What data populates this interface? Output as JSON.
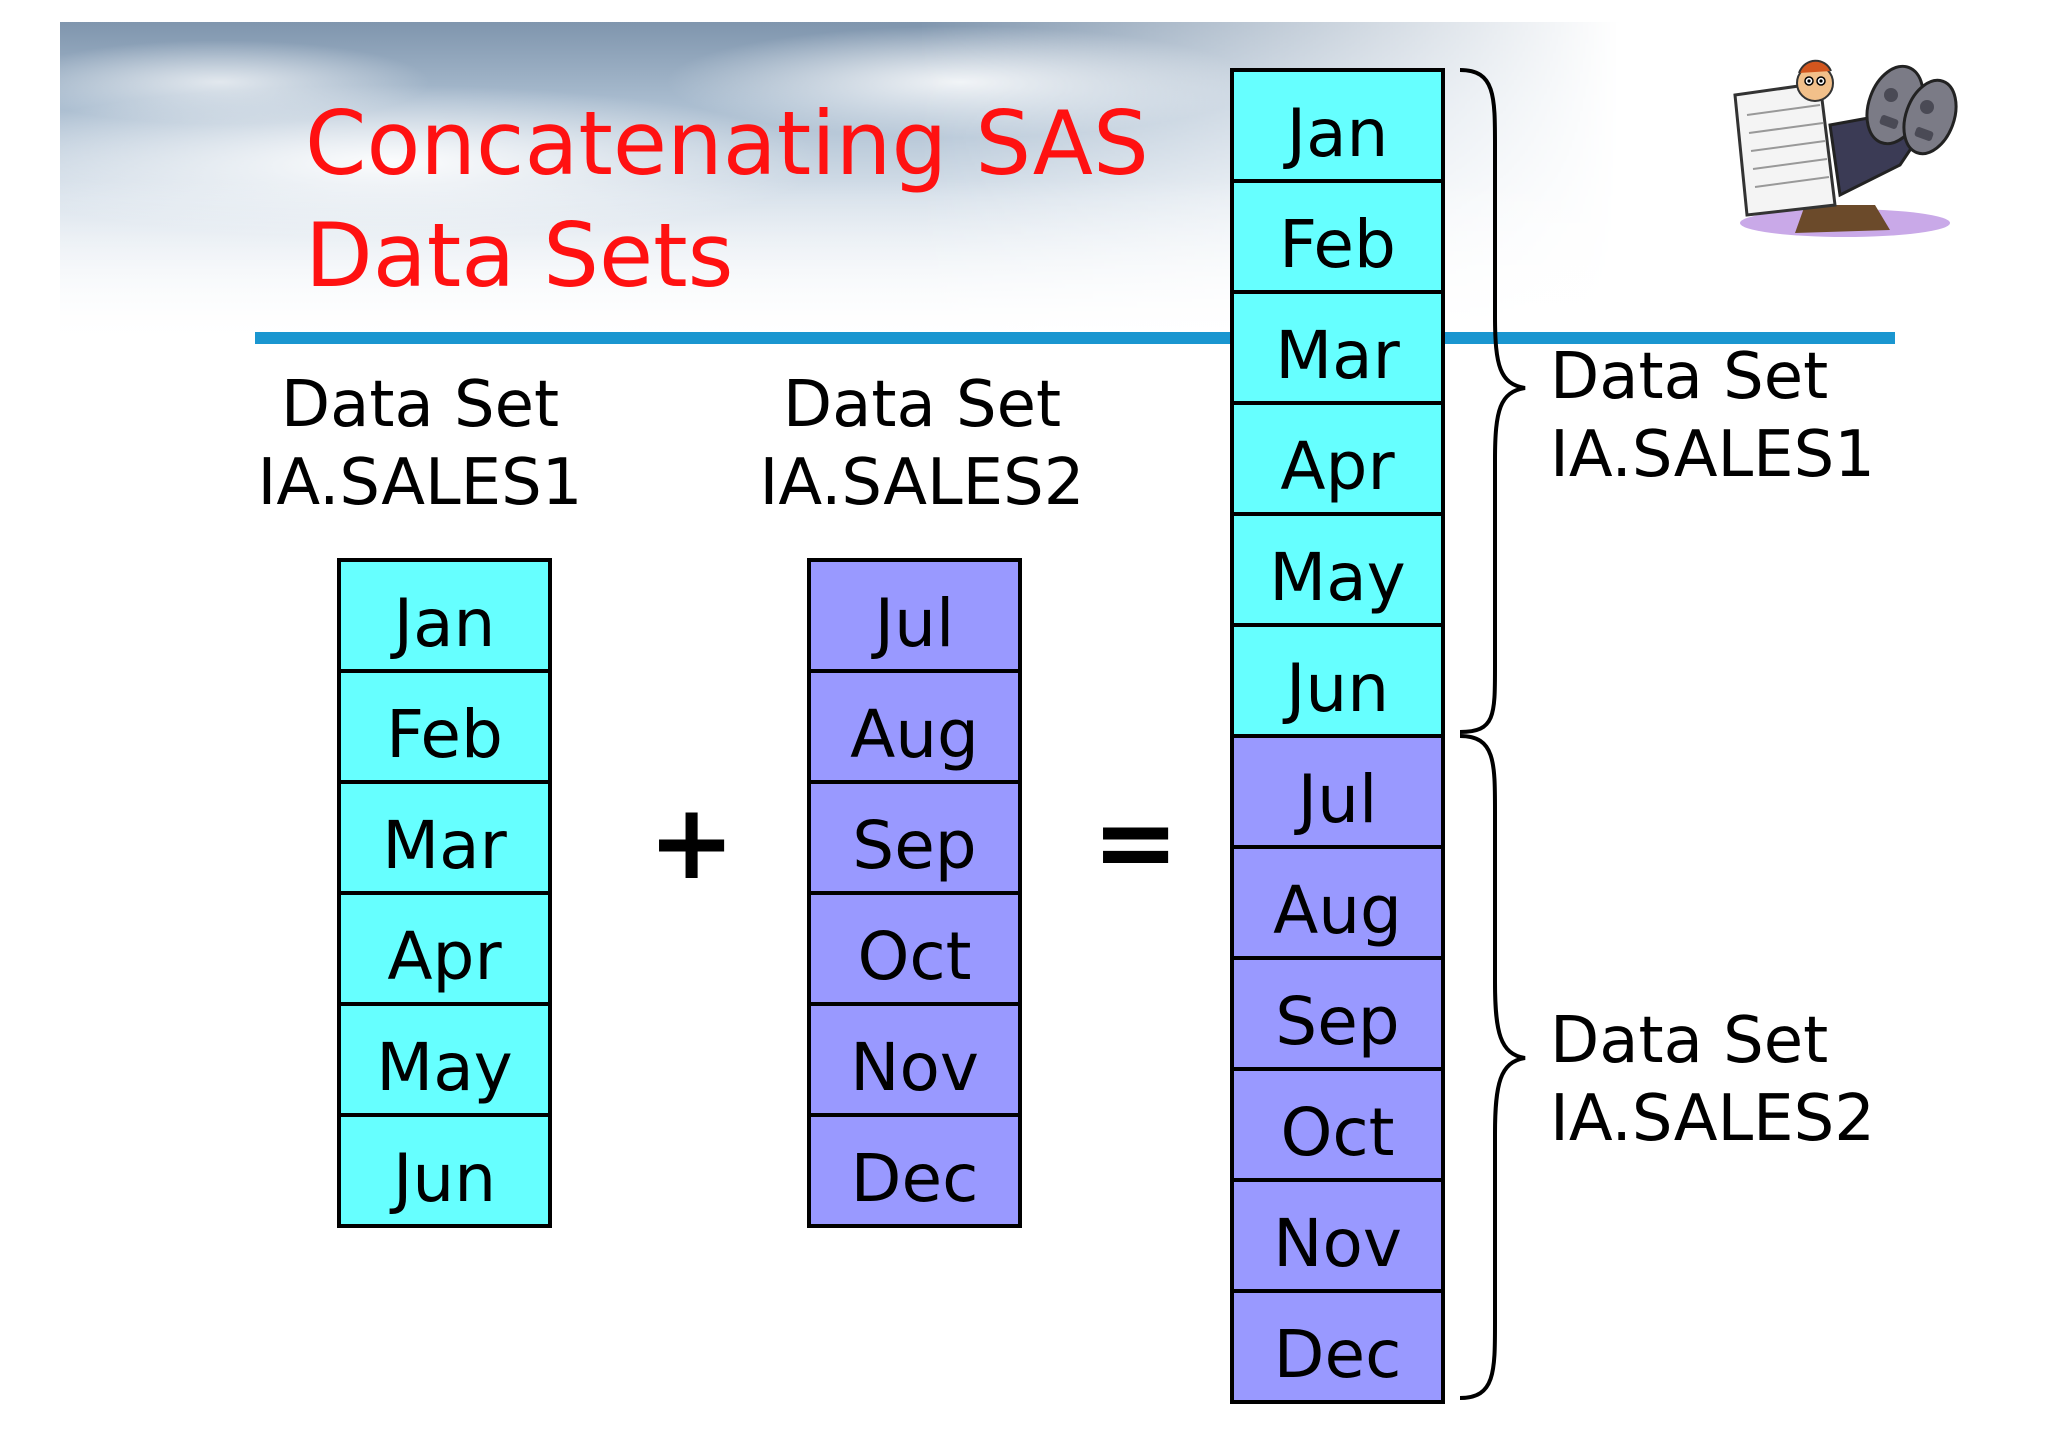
{
  "slide": {
    "title_lines": [
      "Concatenating SAS",
      "Data Sets"
    ],
    "colors": {
      "title": "#ff1111",
      "rule": "#1a96d0",
      "sales1_cell": "#66ffff",
      "sales2_cell": "#9999ff"
    },
    "icons": [
      "newspaper-reader-icon"
    ]
  },
  "sales1": {
    "label_line1": "Data Set",
    "label_line2": "IA.SALES1",
    "months": [
      "Jan",
      "Feb",
      "Mar",
      "Apr",
      "May",
      "Jun"
    ]
  },
  "sales2": {
    "label_line1": "Data Set",
    "label_line2": "IA.SALES2",
    "months": [
      "Jul",
      "Aug",
      "Sep",
      "Oct",
      "Nov",
      "Dec"
    ]
  },
  "operators": {
    "plus": "+",
    "equals": "="
  },
  "result": {
    "months": [
      "Jan",
      "Feb",
      "Mar",
      "Apr",
      "May",
      "Jun",
      "Jul",
      "Aug",
      "Sep",
      "Oct",
      "Nov",
      "Dec"
    ],
    "brace_top_label_line1": "Data Set",
    "brace_top_label_line2": "IA.SALES1",
    "brace_bottom_label_line1": "Data Set",
    "brace_bottom_label_line2": "IA.SALES2"
  }
}
